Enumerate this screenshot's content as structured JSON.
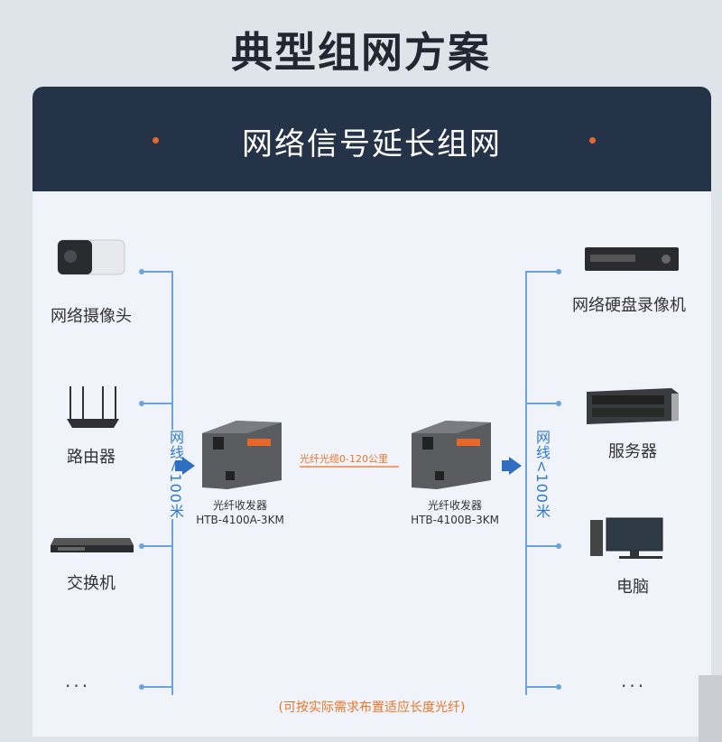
{
  "title": "典型组网方案",
  "banner": {
    "title": "网络信号延长组网",
    "dot_color": "#e8672a"
  },
  "left_devices": [
    {
      "label": "网络摄像头",
      "icon": "camera-icon"
    },
    {
      "label": "路由器",
      "icon": "router-icon"
    },
    {
      "label": "交换机",
      "icon": "switch-icon"
    },
    {
      "label": "...",
      "icon": "ellipsis"
    }
  ],
  "right_devices": [
    {
      "label": "网络硬盘录像机",
      "icon": "nvr-icon"
    },
    {
      "label": "服务器",
      "icon": "server-icon"
    },
    {
      "label": "电脑",
      "icon": "computer-icon"
    },
    {
      "label": "...",
      "icon": "ellipsis"
    }
  ],
  "cable_label_left": "网线<100米",
  "cable_label_right": "网线<100米",
  "converter_a": {
    "name": "光纤收发器",
    "model": "HTB-4100A-3KM"
  },
  "converter_b": {
    "name": "光纤收发器",
    "model": "HTB-4100B-3KM"
  },
  "fiber_label": "光纤光缆0-120公里",
  "note": "(可按实际需求布置适应长度光纤)",
  "colors": {
    "banner": "#253348",
    "line": "#6aa3e0",
    "accent": "#e8772a",
    "arrow": "#2f6fc2"
  }
}
